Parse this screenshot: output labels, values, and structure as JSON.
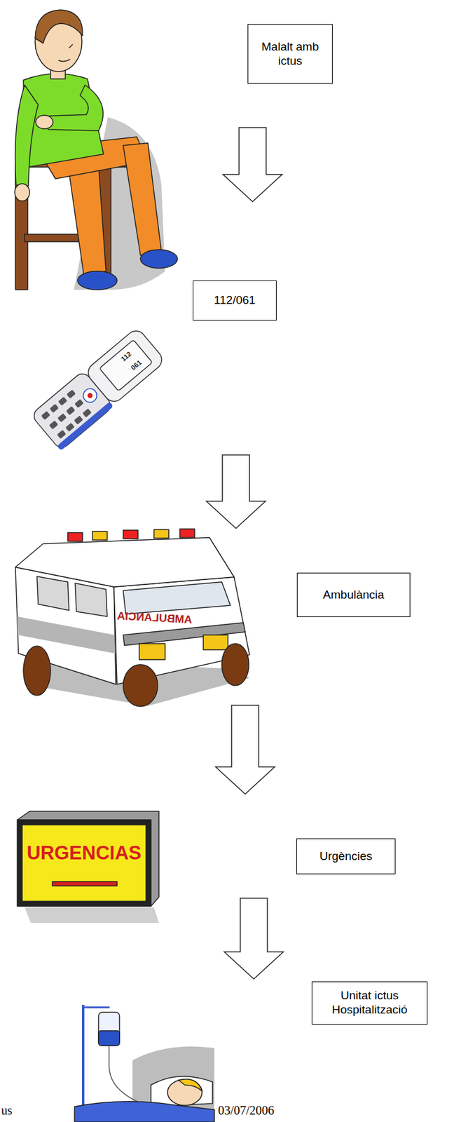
{
  "diagram": {
    "nodes": [
      {
        "text": [
          "Malalt amb ictus"
        ]
      },
      {
        "text": [
          "112/061"
        ]
      },
      {
        "text": [
          "Ambulància"
        ]
      },
      {
        "text": [
          "Urgències"
        ]
      },
      {
        "text": [
          "Unitat ictus Hospitalització"
        ]
      }
    ],
    "edges": [
      {
        "from": 0,
        "to": 1,
        "arrow": "to"
      },
      {
        "from": 1,
        "to": 2,
        "arrow": "to"
      },
      {
        "from": 2,
        "to": 3,
        "arrow": "to"
      },
      {
        "from": 3,
        "to": 4,
        "arrow": "to"
      }
    ],
    "labels": [
      "112",
      "061",
      "AMBULANCIA",
      "URGENCIAS",
      "us",
      "03/07/2006"
    ]
  }
}
